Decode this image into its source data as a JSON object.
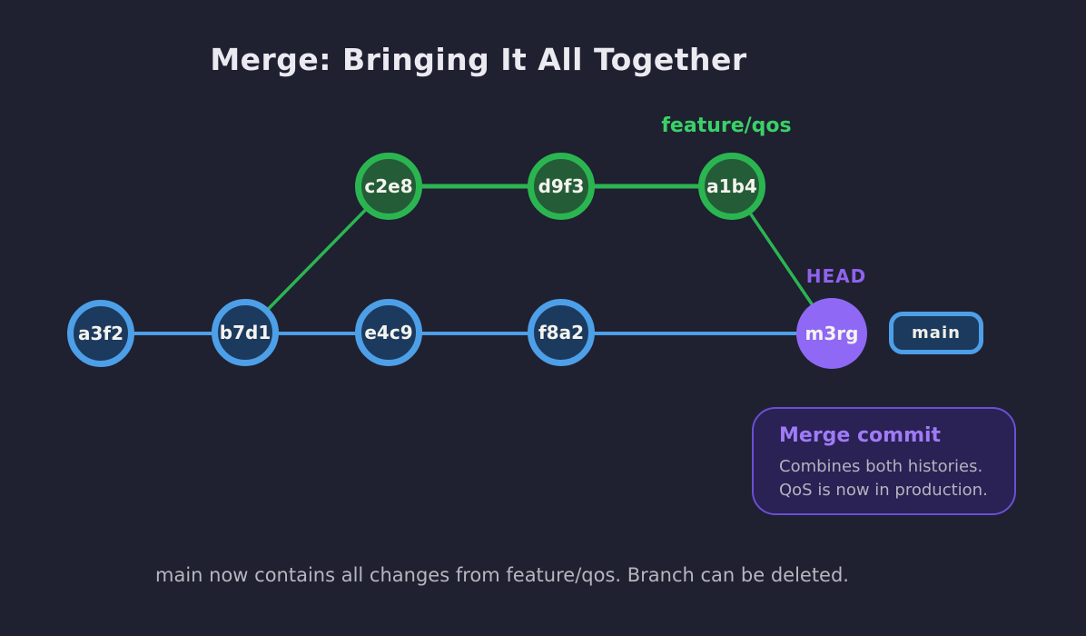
{
  "title": "Merge: Bringing It All Together",
  "colors": {
    "background": "#1f2030",
    "blue_stroke": "#4d9fe8",
    "blue_fill": "#1c3a5e",
    "green_stroke": "#2bb551",
    "green_fill": "#245c37",
    "purple_node": "#8f68f5",
    "head_label": "#8f63ee",
    "feature_label": "#3ad168",
    "note_fill": "#2a2154",
    "note_border": "#6b4fd4",
    "note_title": "#9f7bf6"
  },
  "graph": {
    "main_branch": {
      "label": "main",
      "commits": [
        {
          "id": "a3f2"
        },
        {
          "id": "b7d1"
        },
        {
          "id": "e4c9"
        },
        {
          "id": "f8a2"
        }
      ]
    },
    "feature_branch": {
      "label": "feature/qos",
      "commits": [
        {
          "id": "c2e8"
        },
        {
          "id": "d9f3"
        },
        {
          "id": "a1b4"
        }
      ]
    },
    "merge_commit": {
      "id": "m3rg",
      "head_label": "HEAD"
    }
  },
  "annotation": {
    "title": "Merge commit",
    "lines": [
      "Combines both histories.",
      "QoS is now in production."
    ]
  },
  "footer": "main now contains all changes from feature/qos. Branch can be deleted."
}
